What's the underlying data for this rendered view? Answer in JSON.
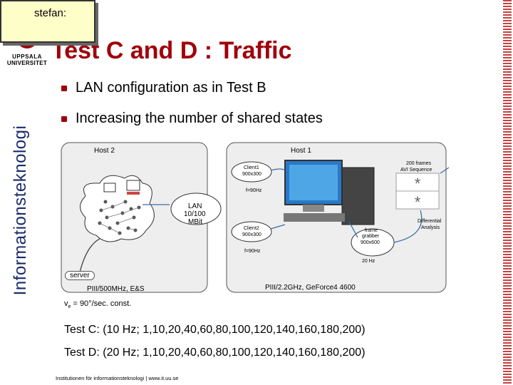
{
  "comment_author": "stefan:",
  "logo": {
    "line1": "UPPSALA",
    "line2": "UNIVERSITET"
  },
  "side_label": "Informationsteknologi",
  "title": "Test C and D : Traffic",
  "bullets": [
    "LAN configuration as in Test B",
    "Increasing the number of shared states"
  ],
  "diagram": {
    "host2": "Host 2",
    "host1": "Host 1",
    "client1": "Client1",
    "client1_res": "900x300",
    "client2": "Client2",
    "client2_res": "900x300",
    "freq1": "f=90Hz",
    "freq2": "f=90Hz",
    "lan1": "LAN",
    "lan2": "10/100",
    "lan3": "MBit",
    "frames1": "200 frames",
    "frames2": "AVI Sequence",
    "grabber1": "frame",
    "grabber2": "grabber",
    "grabber3": "900x600",
    "diff1": "Differential",
    "diff2": "Analysis",
    "hz20": "20 Hz",
    "server": "server",
    "host2_spec": "PIII/500MHz, E&S",
    "host1_spec": "PIII/2.2GHz, GeForce4 4600",
    "rev_prefix": "v",
    "rev_sub": "e",
    "rev_rest": " = 90°/sec. const."
  },
  "test_c": "Test C: (10 Hz; 1,10,20,40,60,80,100,120,140,160,180,200)",
  "test_d": "Test D: (20 Hz; 1,10,20,40,60,80,100,120,140,160,180,200)",
  "footer": "Institutionen för informationsteknologi | www.it.uu.se",
  "colors": {
    "title": "#a0000a",
    "side_label": "#1a2b6b",
    "comment_bg": "#fefec8"
  }
}
